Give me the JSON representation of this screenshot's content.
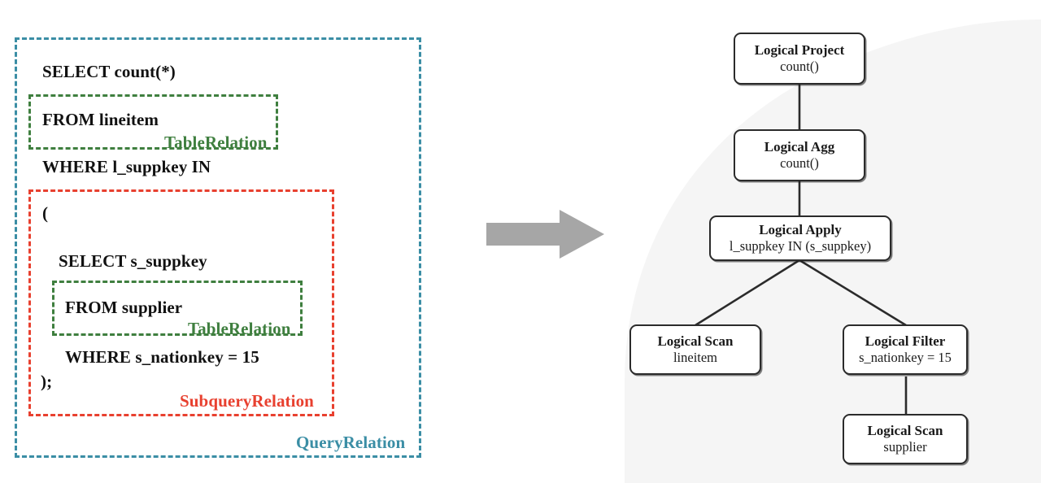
{
  "colors": {
    "query_relation": "#3b8ea5",
    "table_relation": "#3f7f3f",
    "subquery_relation": "#e8402f",
    "node_border": "#2b2b2b",
    "arrow": "#a6a6a6",
    "plan_background": "#f5f5f5"
  },
  "sql": {
    "lines": [
      {
        "text": "SELECT count(*)"
      },
      {
        "text": "FROM lineitem"
      },
      {
        "text": "WHERE l_suppkey IN"
      },
      {
        "text": "("
      },
      {
        "text": "SELECT s_suppkey"
      },
      {
        "text": "FROM supplier"
      },
      {
        "text": "WHERE s_nationkey = 15"
      },
      {
        "text": ");"
      }
    ],
    "annotations": {
      "query_relation": "QueryRelation",
      "subquery_relation": "SubqueryRelation",
      "table_relation_1": "TableRelation",
      "table_relation_2": "TableRelation"
    }
  },
  "arrow": {
    "name": "transform-arrow",
    "direction": "right"
  },
  "plan": {
    "nodes": [
      {
        "id": "project",
        "title": "Logical Project",
        "sub": "count()"
      },
      {
        "id": "agg",
        "title": "Logical Agg",
        "sub": "count()"
      },
      {
        "id": "apply",
        "title": "Logical Apply",
        "sub": "l_suppkey IN (s_suppkey)"
      },
      {
        "id": "scan_lineitem",
        "title": "Logical Scan",
        "sub": "lineitem"
      },
      {
        "id": "filter",
        "title": "Logical Filter",
        "sub": "s_nationkey = 15"
      },
      {
        "id": "scan_supplier",
        "title": "Logical Scan",
        "sub": "supplier"
      }
    ],
    "edges": [
      {
        "from": "project",
        "to": "agg"
      },
      {
        "from": "agg",
        "to": "apply"
      },
      {
        "from": "apply",
        "to": "scan_lineitem"
      },
      {
        "from": "apply",
        "to": "filter"
      },
      {
        "from": "filter",
        "to": "scan_supplier"
      }
    ]
  }
}
